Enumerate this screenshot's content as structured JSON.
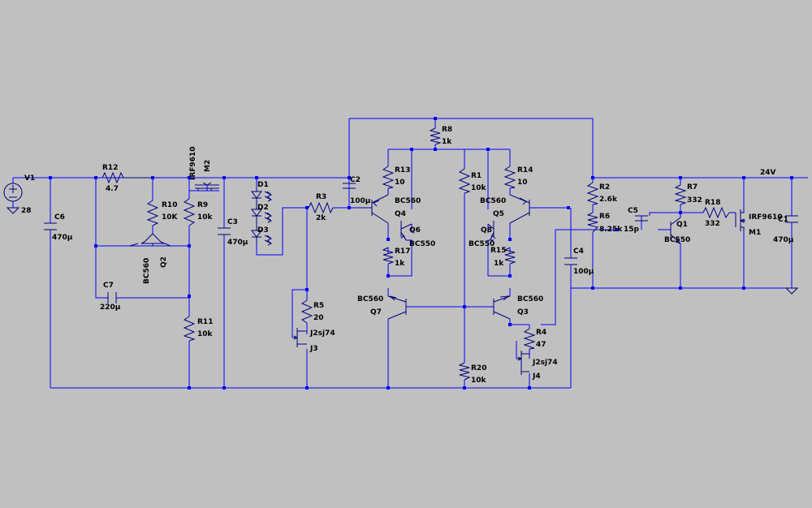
{
  "colors": {
    "background": "#c0c0c0",
    "wire": "#0000ff",
    "component": "#000080",
    "text": "#000000"
  },
  "source": {
    "name": "V1",
    "value": "28"
  },
  "supply_label": "24V",
  "resistors": [
    {
      "name": "R12",
      "value": "4.7"
    },
    {
      "name": "R10",
      "value": "10K"
    },
    {
      "name": "R9",
      "value": "10k"
    },
    {
      "name": "R11",
      "value": "10k"
    },
    {
      "name": "R3",
      "value": "2k"
    },
    {
      "name": "R5",
      "value": "20"
    },
    {
      "name": "R8",
      "value": "1k"
    },
    {
      "name": "R13",
      "value": "10"
    },
    {
      "name": "R17",
      "value": "1k"
    },
    {
      "name": "R1",
      "value": "10k"
    },
    {
      "name": "R20",
      "value": "10k"
    },
    {
      "name": "R14",
      "value": "10"
    },
    {
      "name": "R15",
      "value": "1k"
    },
    {
      "name": "R4",
      "value": "47"
    },
    {
      "name": "R2",
      "value": "2.6k"
    },
    {
      "name": "R6",
      "value": "8.25k"
    },
    {
      "name": "R7",
      "value": "332"
    },
    {
      "name": "R18",
      "value": "332"
    }
  ],
  "capacitors": [
    {
      "name": "C6",
      "value": "470µ"
    },
    {
      "name": "C7",
      "value": "220µ"
    },
    {
      "name": "C3",
      "value": "470µ"
    },
    {
      "name": "C2",
      "value": "100µ"
    },
    {
      "name": "C4",
      "value": "100µ"
    },
    {
      "name": "C5",
      "value": "15p"
    },
    {
      "name": "C1",
      "value": "470µ"
    }
  ],
  "diodes": [
    {
      "name": "D1"
    },
    {
      "name": "D2"
    },
    {
      "name": "D3"
    }
  ],
  "transistors": [
    {
      "name": "Q2",
      "model": "BC560"
    },
    {
      "name": "M2",
      "model": "IRF9610"
    },
    {
      "name": "Q4",
      "model": "BC560"
    },
    {
      "name": "Q6",
      "model": "BC550"
    },
    {
      "name": "Q7",
      "model": "BC560"
    },
    {
      "name": "Q5",
      "model": "BC560"
    },
    {
      "name": "Q8",
      "model": "BC550"
    },
    {
      "name": "Q3",
      "model": "BC560"
    },
    {
      "name": "Q1",
      "model": "BC550"
    },
    {
      "name": "M1",
      "model": "IRF9610"
    }
  ],
  "jfets": [
    {
      "name": "J3",
      "model": "J2sj74"
    },
    {
      "name": "J4",
      "model": "J2sj74"
    }
  ]
}
